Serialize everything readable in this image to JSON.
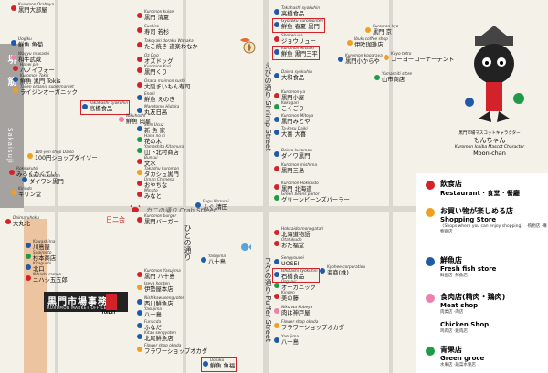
{
  "map": {
    "side_band": {
      "jp": "堺筋",
      "en": "Sakaisuji"
    },
    "office": {
      "jp": "黒門市場事務所",
      "en": "KUROMON MARKET OFFICE"
    },
    "toilet": "TOILET",
    "side_marker": "日二会",
    "labels": {
      "crab_street": "カニの通り Crab Street",
      "shrimp_street": "えびの通り Shrimp Street",
      "puffer_street": "フグの通り Puffer Street",
      "fish_street": "ひとの通り"
    },
    "mascot_caption": {
      "line1": "黒門市場マスコットキャラクター",
      "line2": "もんちゃん",
      "line3": "Kuromon Ichiba Mascot Character",
      "line4": "Moon-chan"
    },
    "palette": {
      "restaurant": "#d3232a",
      "shopping": "#f0a01e",
      "fresh_fish": "#1e5aa8",
      "meat": "#ee7fb0",
      "green": "#1f9a46",
      "purple": "#8d48a8",
      "accent": "#d3232a"
    },
    "icons": [
      "compass-icon",
      "crab-icon",
      "shrimp-icon",
      "puffer-icon",
      "toilet-icon",
      "mascot-icon"
    ]
  },
  "legend": [
    {
      "key": "restaurant",
      "jp": "飲食店",
      "en": "Restaurant · 食堂 · 餐廳",
      "sub": ""
    },
    {
      "key": "shopping",
      "jp": "お買い物が楽しめる店",
      "en": "Shopping Store",
      "sub": "〈Shops where you can enjoy shopping〉 ·购物店 ·購物商店"
    },
    {
      "key": "fresh_fish",
      "jp": "鮮魚店",
      "en": "Fresh fish store",
      "sub": "鲜鱼店 ·鮮魚店"
    },
    {
      "key": "meat",
      "jp": "食肉店(精肉・鶏肉)",
      "en": "Meat shop",
      "sub": "肉类店 ·肉店"
    },
    {
      "key": "meat",
      "jp": "",
      "en": "Chicken Shop",
      "sub": "鸡肉店 ·雞肉店"
    },
    {
      "key": "green",
      "jp": "青果店",
      "en": "Green groce",
      "sub": "水果店 ·蔬菜水果店"
    }
  ],
  "shops": [
    {
      "en": "Kuromon Orabeya",
      "jp": "黒門大部屋",
      "color": "restaurant",
      "hl": false
    },
    {
      "en": "Uogiku",
      "jp": "鮮魚 魚菊",
      "color": "fresh_fish",
      "hl": false
    },
    {
      "en": "Wagyu musashi",
      "jp": "和牛武蔵",
      "color": "meat",
      "hl": false
    },
    {
      "en": "Hanei pie",
      "jp": "ハノイフォー",
      "color": "restaurant",
      "hl": false
    },
    {
      "en": "Kuromon Tokis",
      "jp": "鮮魚 黒門 Tokis",
      "color": "fresh_fish",
      "hl": false
    },
    {
      "en": "Taijen organic supermarket",
      "jp": "ライジンオーガニック",
      "color": "shopping",
      "hl": false
    },
    {
      "en": "Takahashi syokuhin",
      "jp": "高橋食品",
      "color": "fresh_fish",
      "hl": true
    },
    {
      "en": "Nikuhoshi",
      "jp": "鮮魚 肉星",
      "color": "meat",
      "hl": false
    },
    {
      "en": "100-yen shop Daiso",
      "jp": "100円ショップダイソー",
      "color": "shopping",
      "hl": false
    },
    {
      "en": "Rokkakutei",
      "jp": "みるくかくてい",
      "color": "restaurant",
      "hl": false
    },
    {
      "en": "Daiwa kuromon",
      "jp": "ダイワン黒門",
      "color": "fresh_fish",
      "hl": false
    },
    {
      "en": "Kirindo",
      "jp": "キリン堂",
      "color": "shopping",
      "hl": false
    },
    {
      "en": "Kuromon kuisei",
      "jp": "黒門 清夏",
      "color": "restaurant",
      "hl": false
    },
    {
      "en": "Sushiro",
      "jp": "寿司 若杉",
      "color": "restaurant",
      "hl": false
    },
    {
      "en": "Takoyaki doraku Wanaka",
      "jp": "たこ焼き 道楽わなか",
      "color": "restaurant",
      "hl": false
    },
    {
      "en": "Oz Dog",
      "jp": "オズドッグ",
      "color": "restaurant",
      "hl": false
    },
    {
      "en": "Kuromon Kuri",
      "jp": "黒門くり",
      "color": "restaurant",
      "hl": false
    },
    {
      "en": "Osaka maimon sushi",
      "jp": "大阪まいもん寿司",
      "color": "restaurant",
      "hl": false
    },
    {
      "en": "Enoki",
      "jp": "鮮魚 えのき",
      "color": "fresh_fish",
      "hl": false
    },
    {
      "en": "Marutomo Hidaka",
      "jp": "丸友日高",
      "color": "fresh_fish",
      "hl": false
    },
    {
      "en": "Shin Ucuz",
      "jp": "新 魚 家",
      "color": "fresh_fish",
      "hl": false
    },
    {
      "en": "Hana no ki",
      "jp": "花の木",
      "color": "green",
      "hl": false
    },
    {
      "en": "Yamashita Kitamura",
      "jp": "山下北村商店",
      "color": "green",
      "hl": false
    },
    {
      "en": "Bunsui",
      "jp": "文水",
      "color": "restaurant",
      "hl": false
    },
    {
      "en": "Takashu kuromon",
      "jp": "タカシュ黒門",
      "color": "shopping",
      "hl": false
    },
    {
      "en": "Uman Chimesa",
      "jp": "おやちな",
      "color": "restaurant",
      "hl": false
    },
    {
      "en": "Minato",
      "jp": "みなと",
      "color": "restaurant",
      "hl": false
    },
    {
      "en": "Takahashi syokuhin",
      "jp": "高橋食品",
      "color": "fresh_fish",
      "hl": false
    },
    {
      "en": "Gyozoku kuromonten",
      "jp": "鮮魚 春夏 黒門",
      "color": "fresh_fish",
      "hl": true
    },
    {
      "en": "Shoken wa",
      "jp": "ジョウリュー",
      "color": "restaurant",
      "hl": false
    },
    {
      "en": "Kuromon Mitsuki",
      "jp": "鮮魚 黒門三平",
      "color": "fresh_fish",
      "hl": true
    },
    {
      "en": "Ibuki coffee shop",
      "jp": "伊吹珈琲店",
      "color": "shopping",
      "hl": false
    },
    {
      "en": "Kuromon kyo",
      "jp": "黒門 京",
      "color": "shopping",
      "hl": false
    },
    {
      "en": "Kuromon kogaraya",
      "jp": "黒門小からや",
      "color": "fresh_fish",
      "hl": false
    },
    {
      "en": "Kōyo tetro",
      "jp": "コーヨーコーナーテント",
      "color": "shopping",
      "hl": false
    },
    {
      "en": "Yamashiti store",
      "jp": "山市商店",
      "color": "green",
      "hl": false
    },
    {
      "en": "Daiwa syokuhin",
      "jp": "大和食品",
      "color": "fresh_fish",
      "hl": false
    },
    {
      "en": "Kuromon-ya",
      "jp": "黒門小屋",
      "color": "restaurant",
      "hl": false
    },
    {
      "en": "Kokugari",
      "jp": "こくごり",
      "color": "green",
      "hl": false
    },
    {
      "en": "Kuromon Mitoya",
      "jp": "黒門みとや",
      "color": "fresh_fish",
      "hl": false
    },
    {
      "en": "Ta-kesu Daiki",
      "jp": "大喜 大喜",
      "color": "fresh_fish",
      "hl": false
    },
    {
      "en": "Daiwa kuromon",
      "jp": "ダイワ黒門",
      "color": "fresh_fish",
      "hl": false
    },
    {
      "en": "Kuromon mishima",
      "jp": "黒門三島",
      "color": "restaurant",
      "hl": false
    },
    {
      "en": "Fugu Mozumi",
      "jp": "ふぐ 清田",
      "color": "fresh_fish",
      "hl": false
    },
    {
      "en": "Kuromon Hokkaido",
      "jp": "黒門 北海道",
      "color": "restaurant",
      "hl": false
    },
    {
      "en": "Green beans parlor",
      "jp": "グリーンビーンズパーラー",
      "color": "green",
      "hl": false
    },
    {
      "en": "Daimaruhoku",
      "jp": "大丸北",
      "color": "restaurant",
      "hl": false
    },
    {
      "en": "Kawashima",
      "jp": "川島屋",
      "color": "fresh_fish",
      "hl": false
    },
    {
      "en": "Sugimoto",
      "jp": "杉本商店",
      "color": "green",
      "hl": false
    },
    {
      "en": "Kitaguchi",
      "jp": "北口",
      "color": "fresh_fish",
      "hl": false
    },
    {
      "en": "Nibashi ramen",
      "jp": "ニハシ五五郎",
      "color": "restaurant",
      "hl": false
    },
    {
      "en": "Kuromon burger",
      "jp": "黒門バーガー",
      "color": "restaurant",
      "hl": false
    },
    {
      "en": "Yasujima",
      "jp": "八十島",
      "color": "fresh_fish",
      "hl": false
    },
    {
      "en": "Kuromon Yasujima",
      "jp": "黒門 八十島",
      "color": "restaurant",
      "hl": false
    },
    {
      "en": "Iseya honten",
      "jp": "伊勢屋本店",
      "color": "shopping",
      "hl": false
    },
    {
      "en": "Nishikawasengyoten",
      "jp": "西川鮮魚店",
      "color": "fresh_fish",
      "hl": false
    },
    {
      "en": "Yasujima",
      "jp": "八十島",
      "color": "fresh_fish",
      "hl": false
    },
    {
      "en": "Funacda",
      "jp": "ふなだ",
      "color": "fresh_fish",
      "hl": false
    },
    {
      "en": "Kitao sengyoten",
      "jp": "北尾鮮魚店",
      "color": "fresh_fish",
      "hl": false
    },
    {
      "en": "Flower shop okada",
      "jp": "フラワーショップオカダ",
      "color": "shopping",
      "hl": false
    },
    {
      "en": "Uofuku",
      "jp": "鮮魚 魚福",
      "color": "fresh_fish",
      "hl": true
    },
    {
      "en": "Hokkaido monogatari",
      "jp": "北海道物語",
      "color": "restaurant",
      "hl": false
    },
    {
      "en": "Otafukudo",
      "jp": "おた福堂",
      "color": "restaurant",
      "hl": false
    },
    {
      "en": "Sengyousei",
      "jp": "UOSEI",
      "color": "fresh_fish",
      "hl": false
    },
    {
      "en": "Ishibashi syokuhin",
      "jp": "石橋食品",
      "color": "fresh_fish",
      "hl": true
    },
    {
      "en": "Organic",
      "jp": "オーガニック",
      "color": "green",
      "hl": false
    },
    {
      "en": "Kyohee corporation",
      "jp": "海商(株)",
      "color": "fresh_fish",
      "hl": false
    },
    {
      "en": "Kinoen",
      "jp": "美の藤",
      "color": "restaurant",
      "hl": false
    },
    {
      "en": "Niku wa Kobeya",
      "jp": "肉は神戸屋",
      "color": "meat",
      "hl": false
    },
    {
      "en": "Flower shop okada",
      "jp": "フラワーショップオカダ",
      "color": "shopping",
      "hl": false
    },
    {
      "en": "Yasujima",
      "jp": "八十島",
      "color": "fresh_fish",
      "hl": false
    }
  ]
}
